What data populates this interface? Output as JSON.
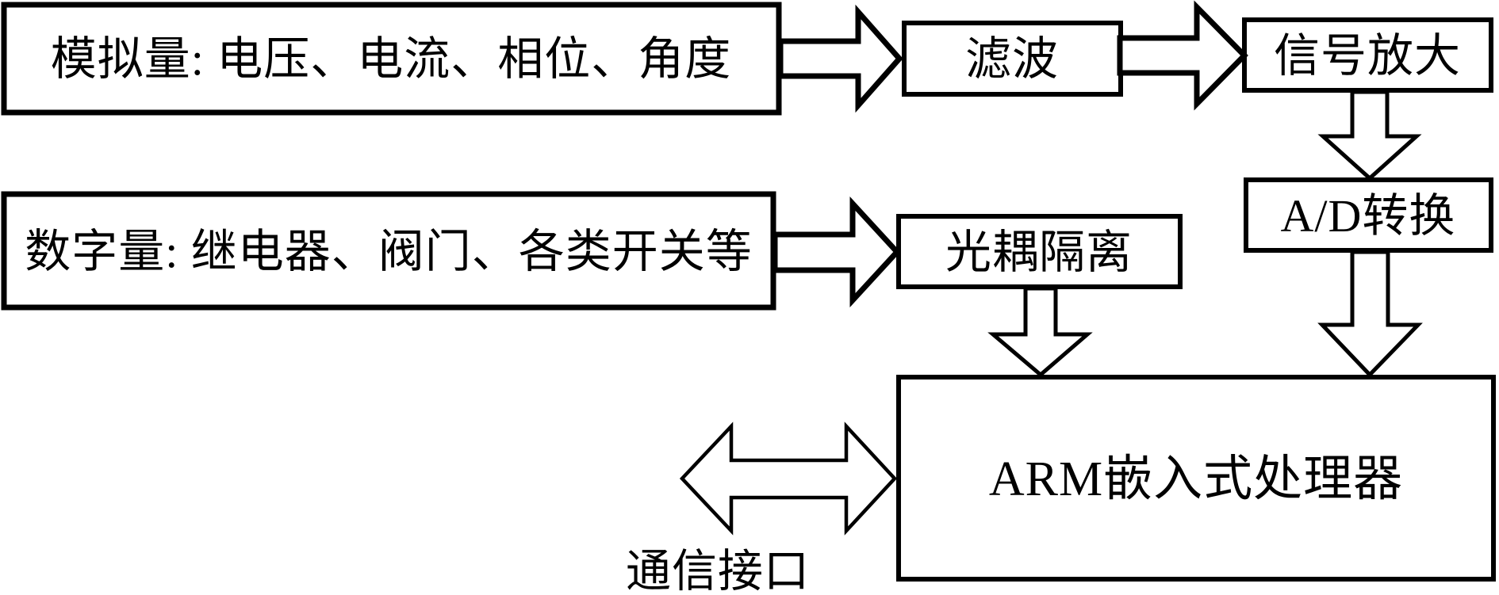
{
  "diagram": {
    "type": "block-flow-diagram",
    "nodes": {
      "analog_input": {
        "label": "模拟量: 电压、电流、相位、角度"
      },
      "filter": {
        "label": "滤波"
      },
      "signal_amplify": {
        "label": "信号放大"
      },
      "ad_convert": {
        "label": "A/D转换"
      },
      "digital_input": {
        "label": "数字量: 继电器、阀门、各类开关等"
      },
      "opto_isolation": {
        "label": "光耦隔离"
      },
      "arm_processor": {
        "label": "ARM嵌入式处理器"
      }
    },
    "labels": {
      "comm_interface": "通信接口"
    },
    "edges": [
      {
        "from": "analog_input",
        "to": "filter",
        "style": "block-arrow"
      },
      {
        "from": "filter",
        "to": "signal_amplify",
        "style": "block-arrow"
      },
      {
        "from": "signal_amplify",
        "to": "ad_convert",
        "style": "block-arrow"
      },
      {
        "from": "ad_convert",
        "to": "arm_processor",
        "style": "block-arrow"
      },
      {
        "from": "digital_input",
        "to": "opto_isolation",
        "style": "block-arrow"
      },
      {
        "from": "opto_isolation",
        "to": "arm_processor",
        "style": "block-arrow"
      },
      {
        "from": "arm_processor",
        "to": "comm_interface",
        "style": "double-block-arrow"
      }
    ],
    "colors": {
      "stroke": "#000000",
      "fill": "#ffffff",
      "background": "#ffffff"
    }
  }
}
